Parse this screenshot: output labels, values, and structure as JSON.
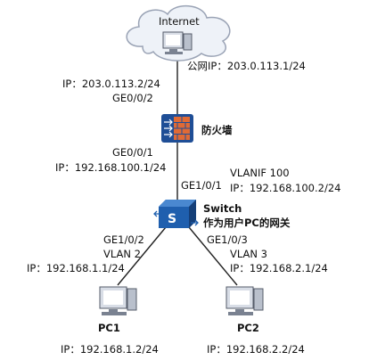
{
  "internet": {
    "label": "Internet",
    "public_ip": "公网IP：203.0.113.1/24"
  },
  "firewall": {
    "name": "防火墙",
    "up_ip": "IP：203.0.113.2/24",
    "up_port": "GE0/0/2",
    "down_port": "GE0/0/1",
    "down_ip": "IP：192.168.100.1/24"
  },
  "switch": {
    "name": "Switch",
    "role": "作为用户PC的网关",
    "up_port": "GE1/0/1",
    "vlanif": "VLANIF 100",
    "vlanif_ip": "IP：192.168.100.2/24",
    "left_port": "GE1/0/2",
    "left_vlan": "VLAN 2",
    "left_ip": "IP：192.168.1.1/24",
    "right_port": "GE1/0/3",
    "right_vlan": "VLAN 3",
    "right_ip": "IP：192.168.2.1/24"
  },
  "pc1": {
    "name": "PC1",
    "ip": "IP：192.168.1.2/24"
  },
  "pc2": {
    "name": "PC2",
    "ip": "IP：192.168.2.2/24"
  },
  "colors": {
    "cloud_fill": "#eef2f8",
    "cloud_stroke": "#9aa3b5",
    "firewall": "#1f4e96",
    "firewall_brick": "#e06a35",
    "switch": "#1f5fae"
  }
}
